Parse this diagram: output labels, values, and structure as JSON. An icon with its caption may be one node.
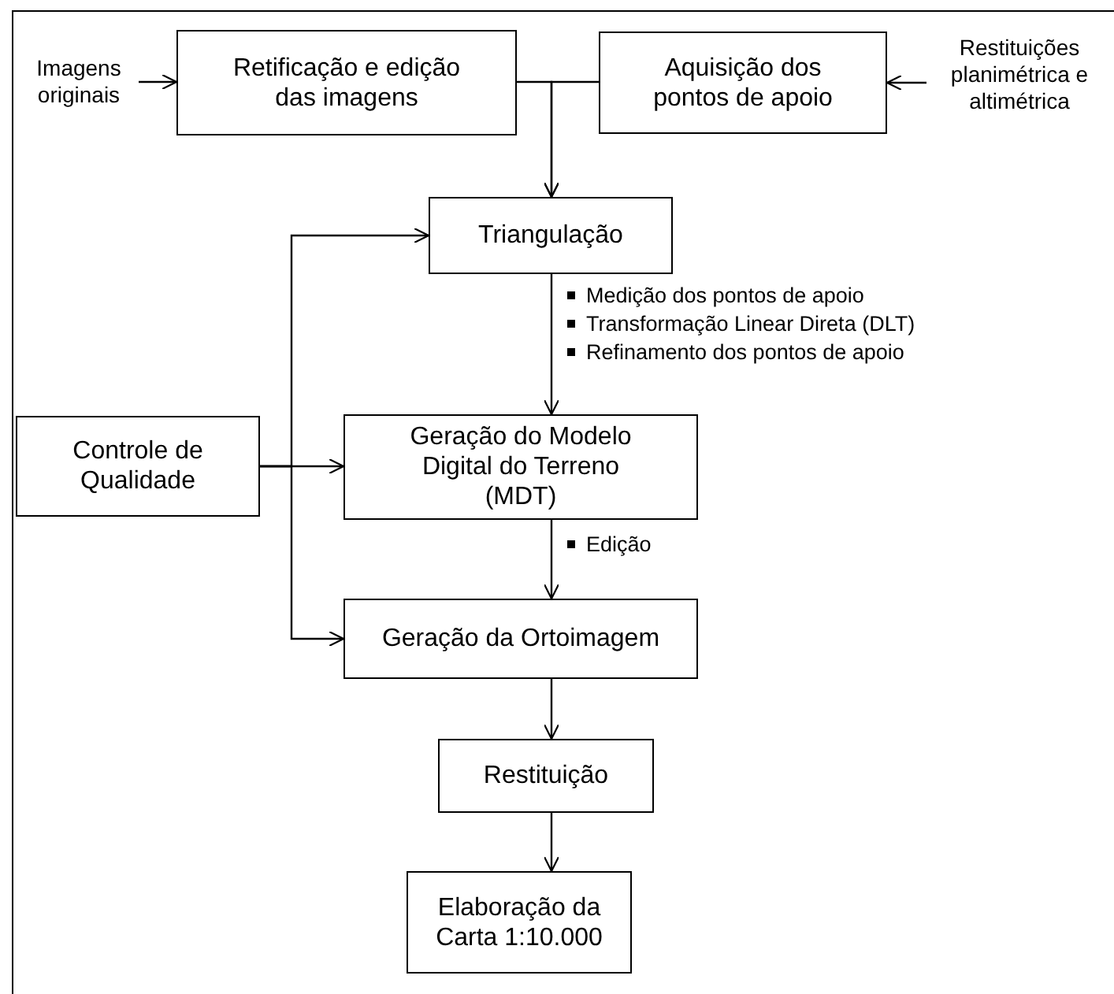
{
  "diagram": {
    "nodes": [
      {
        "text": [
          "Imagens originais"
        ]
      },
      {
        "text": [
          "Retificação e edição das imagens"
        ]
      },
      {
        "text": [
          "Aquisição dos pontos de apoio"
        ]
      },
      {
        "text": [
          "Restituições planimétrica e altimétrica"
        ]
      },
      {
        "text": [
          "Triangulação"
        ]
      },
      {
        "text": [
          "Controle de Qualidade"
        ]
      },
      {
        "text": [
          "Geração  do Modelo Digital do Terreno (MDT)"
        ]
      },
      {
        "text": [
          "Geração da Ortoimagem"
        ]
      },
      {
        "text": [
          "Restituição"
        ]
      },
      {
        "text": [
          "Elaboração da Carta 1:10.000"
        ]
      }
    ],
    "edges": [
      {
        "from": 0,
        "to": 1,
        "arrow": "to"
      },
      {
        "from": 3,
        "to": 2,
        "arrow": "to"
      },
      {
        "from": 1,
        "to": 4,
        "arrow": "to"
      },
      {
        "from": 2,
        "to": 4,
        "arrow": "to"
      },
      {
        "from": 4,
        "to": 6,
        "arrow": "to"
      },
      {
        "from": 5,
        "to": 4,
        "arrow": "to"
      },
      {
        "from": 5,
        "to": 6,
        "arrow": "to"
      },
      {
        "from": 5,
        "to": 7,
        "arrow": "to"
      },
      {
        "from": 6,
        "to": 7,
        "arrow": "to"
      },
      {
        "from": 7,
        "to": 8,
        "arrow": "to"
      },
      {
        "from": 8,
        "to": 9,
        "arrow": "to"
      }
    ],
    "labels": [
      "Medição dos pontos de apoio",
      "Transformação Linear Direta (DLT)",
      "Refinamento dos pontos de apoio",
      "Edição"
    ]
  }
}
